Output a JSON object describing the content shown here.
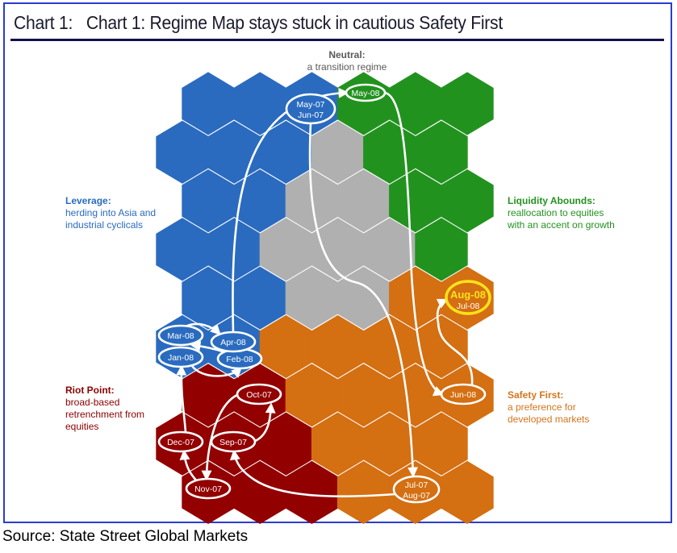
{
  "title": "Chart 1:   Chart 1: Regime Map stays stuck in cautious Safety First",
  "source": "Source: State Street Global Markets",
  "colors": {
    "frame": "#2a3cd0",
    "title_rule": "#14104a",
    "leverage": "#2a6bbf",
    "liquidity": "#22921f",
    "neutral": "#b0b0b0",
    "safety": "#d46f12",
    "riot": "#920000",
    "path": "#ffffff",
    "highlight": "#ffe21a"
  },
  "regions": {
    "neutral": {
      "head": "Neutral:",
      "desc": [
        "a transition regime"
      ]
    },
    "leverage": {
      "head": "Leverage:",
      "desc": [
        "herding into Asia and",
        "industrial cyclicals"
      ]
    },
    "liquidity": {
      "head": "Liquidity Abounds:",
      "desc": [
        "reallocation to equities",
        "with an accent on growth"
      ]
    },
    "riot": {
      "head": "Riot Point:",
      "desc": [
        "broad-based",
        "retrenchment from",
        "equities"
      ]
    },
    "safety": {
      "head": "Safety First:",
      "desc": [
        "a preference for",
        "developed markets"
      ]
    }
  },
  "chart_data": {
    "type": "regime-map",
    "title": "Chart 1: Regime Map stays stuck in cautious Safety First",
    "grid_rows": [
      [
        "leverage",
        "leverage",
        "leverage",
        "liquidity",
        "liquidity",
        "liquidity"
      ],
      [
        "leverage",
        "leverage",
        "leverage",
        "neutral",
        "liquidity",
        "liquidity",
        null
      ],
      [
        "leverage",
        "leverage",
        "neutral",
        "neutral",
        "liquidity",
        "liquidity"
      ],
      [
        "leverage",
        "leverage",
        "neutral",
        "neutral",
        "neutral",
        "liquidity",
        null
      ],
      [
        "leverage",
        "leverage",
        "neutral",
        "neutral",
        "safety",
        "safety"
      ],
      [
        "leverage",
        "leverage",
        "safety",
        "safety",
        "safety",
        "safety",
        null
      ],
      [
        "riot",
        "riot",
        "safety",
        "safety",
        "safety",
        "safety"
      ],
      [
        "riot",
        "riot",
        "riot",
        "safety",
        "safety",
        "safety",
        null
      ],
      [
        "riot",
        "riot",
        "riot",
        "safety",
        "safety",
        "safety"
      ]
    ],
    "path": [
      {
        "id": "n1",
        "labels": [
          "May-07",
          "Jun-07"
        ],
        "regime": "leverage",
        "highlight": false
      },
      {
        "id": "n2",
        "labels": [
          "Jul-07",
          "Aug-07"
        ],
        "regime": "safety",
        "highlight": false
      },
      {
        "id": "n3",
        "labels": [
          "Sep-07"
        ],
        "regime": "riot",
        "highlight": false
      },
      {
        "id": "n4",
        "labels": [
          "Oct-07"
        ],
        "regime": "riot",
        "highlight": false
      },
      {
        "id": "n5",
        "labels": [
          "Nov-07"
        ],
        "regime": "riot",
        "highlight": false
      },
      {
        "id": "n6",
        "labels": [
          "Dec-07"
        ],
        "regime": "riot",
        "highlight": false
      },
      {
        "id": "n7",
        "labels": [
          "Jan-08"
        ],
        "regime": "leverage",
        "highlight": false
      },
      {
        "id": "n8",
        "labels": [
          "Feb-08"
        ],
        "regime": "leverage",
        "highlight": false
      },
      {
        "id": "n9",
        "labels": [
          "Mar-08"
        ],
        "regime": "leverage",
        "highlight": false
      },
      {
        "id": "n10",
        "labels": [
          "Apr-08"
        ],
        "regime": "leverage",
        "highlight": false
      },
      {
        "id": "n11",
        "labels": [
          "May-08"
        ],
        "regime": "liquidity",
        "highlight": false
      },
      {
        "id": "n12",
        "labels": [
          "Jun-08"
        ],
        "regime": "safety",
        "highlight": false
      },
      {
        "id": "n13",
        "labels": [
          "Aug-08",
          "Jul-08"
        ],
        "regime": "safety",
        "highlight": true
      }
    ]
  }
}
